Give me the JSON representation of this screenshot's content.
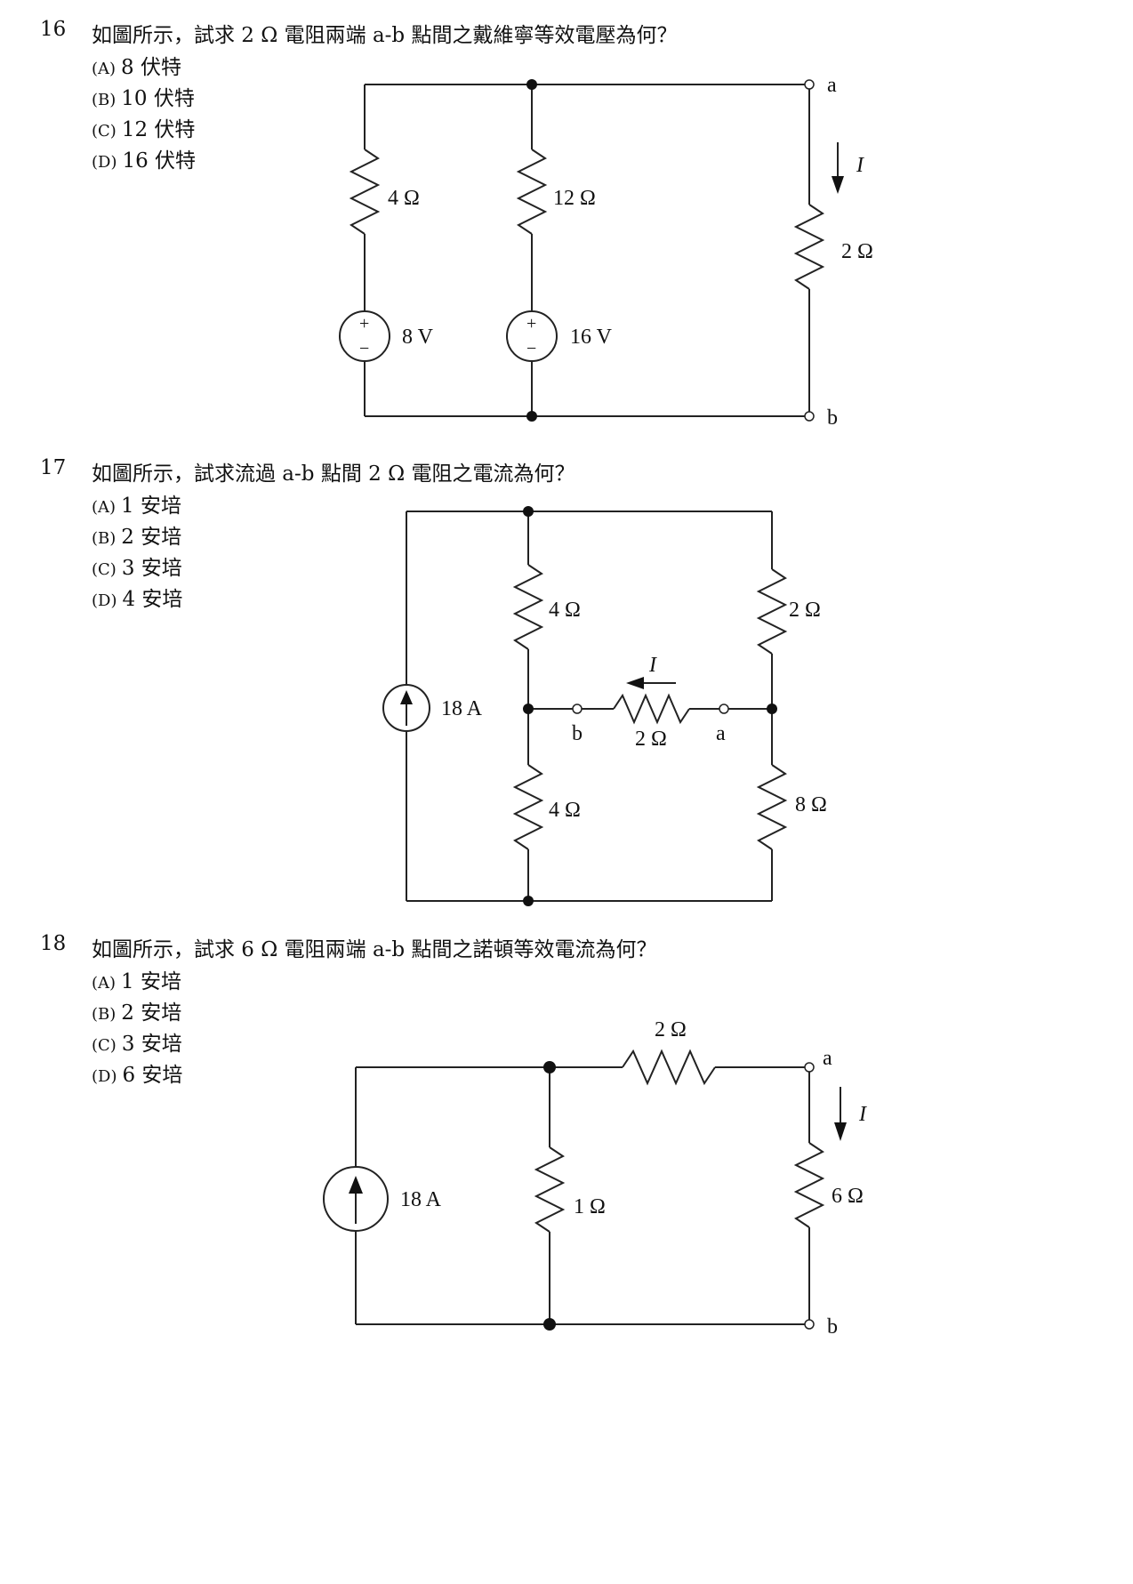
{
  "questions": [
    {
      "number": "16",
      "text": "如圖所示，試求 2 Ω 電阻兩端 a-b 點間之戴維寧等效電壓為何？",
      "options": [
        {
          "label": "(A)",
          "text": "8 伏特"
        },
        {
          "label": "(B)",
          "text": "10 伏特"
        },
        {
          "label": "(C)",
          "text": "12 伏特"
        },
        {
          "label": "(D)",
          "text": "16 伏特"
        }
      ],
      "circuit": {
        "r1": "4 Ω",
        "r2": "12 Ω",
        "r3": "2 Ω",
        "v1": "8 V",
        "v2": "16 V",
        "plus": "+",
        "minus": "−",
        "term_a": "a",
        "term_b": "b",
        "current": "I"
      }
    },
    {
      "number": "17",
      "text": "如圖所示，試求流過 a-b 點間 2 Ω 電阻之電流為何？",
      "options": [
        {
          "label": "(A)",
          "text": "1 安培"
        },
        {
          "label": "(B)",
          "text": "2 安培"
        },
        {
          "label": "(C)",
          "text": "3 安培"
        },
        {
          "label": "(D)",
          "text": "4 安培"
        }
      ],
      "circuit": {
        "source": "18 A",
        "r_top_left": "4 Ω",
        "r_top_right": "2 Ω",
        "r_bottom_left": "4 Ω",
        "r_bottom_right": "8 Ω",
        "r_middle": "2 Ω",
        "term_a": "a",
        "term_b": "b",
        "current": "I"
      }
    },
    {
      "number": "18",
      "text": "如圖所示，試求 6 Ω 電阻兩端 a-b 點間之諾頓等效電流為何？",
      "options": [
        {
          "label": "(A)",
          "text": "1 安培"
        },
        {
          "label": "(B)",
          "text": "2 安培"
        },
        {
          "label": "(C)",
          "text": "3 安培"
        },
        {
          "label": "(D)",
          "text": "6 安培"
        }
      ],
      "circuit": {
        "source": "18 A",
        "r_series": "2 Ω",
        "r_shunt": "1 Ω",
        "r_load": "6 Ω",
        "term_a": "a",
        "term_b": "b",
        "current": "I"
      }
    }
  ]
}
